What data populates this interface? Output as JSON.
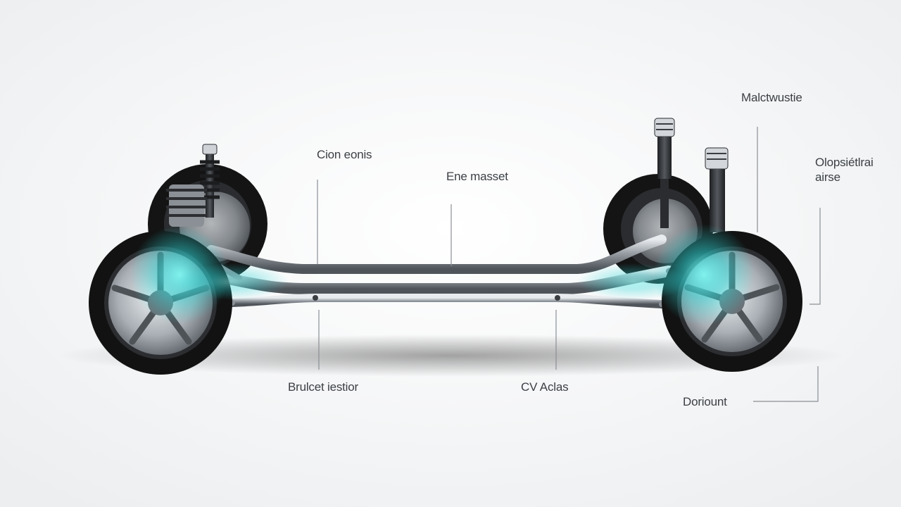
{
  "labels": {
    "top_left": "Cion eonis",
    "top_center": "Ene masset",
    "top_right": "Malctwustie",
    "right_upper_line1": "Olopsiétlrai",
    "right_upper_line2": "airse",
    "bottom_left": "Brulcet iestior",
    "bottom_center": "CV Aclas",
    "bottom_right": "Doriount"
  },
  "colors": {
    "background": "#f4f5f6",
    "glow": "#2fd6d6",
    "tire": "#141414",
    "chrome": "#b9bec4",
    "leader": "#8a8f95"
  }
}
